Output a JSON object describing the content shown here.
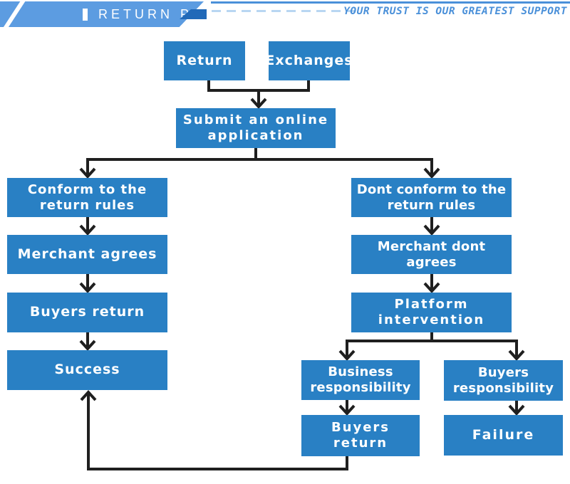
{
  "header": {
    "title": "RETURN PROCESS",
    "slogan": "YOUR TRUST IS OUR GREATEST SUPPORT"
  },
  "colors": {
    "bg": "#ffffff",
    "box": "#2980c4",
    "node_text": "#ffffff",
    "line": "#1f1f1f",
    "banner": "#5c9ce1",
    "fold": "#2169b8",
    "accent": "#4a90d9",
    "dash": "#b9d6f2"
  },
  "flow": {
    "nodes": {
      "return_box": "Return",
      "exchanges": "Exchanges",
      "submit": "Submit an online\napplication",
      "conform": "Conform to the\nreturn rules",
      "merchant_agrees": "Merchant agrees",
      "buyers_return_1": "Buyers return",
      "success": "Success",
      "dont_conform": "Dont conform to the\nreturn rules",
      "merchant_dont": "Merchant dont agrees",
      "platform": "Platform\nintervention",
      "business_resp": "Business\nresponsibility",
      "buyers_resp": "Buyers\nresponsibility",
      "buyers_return_2": "Buyers\nreturn",
      "failure": "Failure"
    }
  }
}
